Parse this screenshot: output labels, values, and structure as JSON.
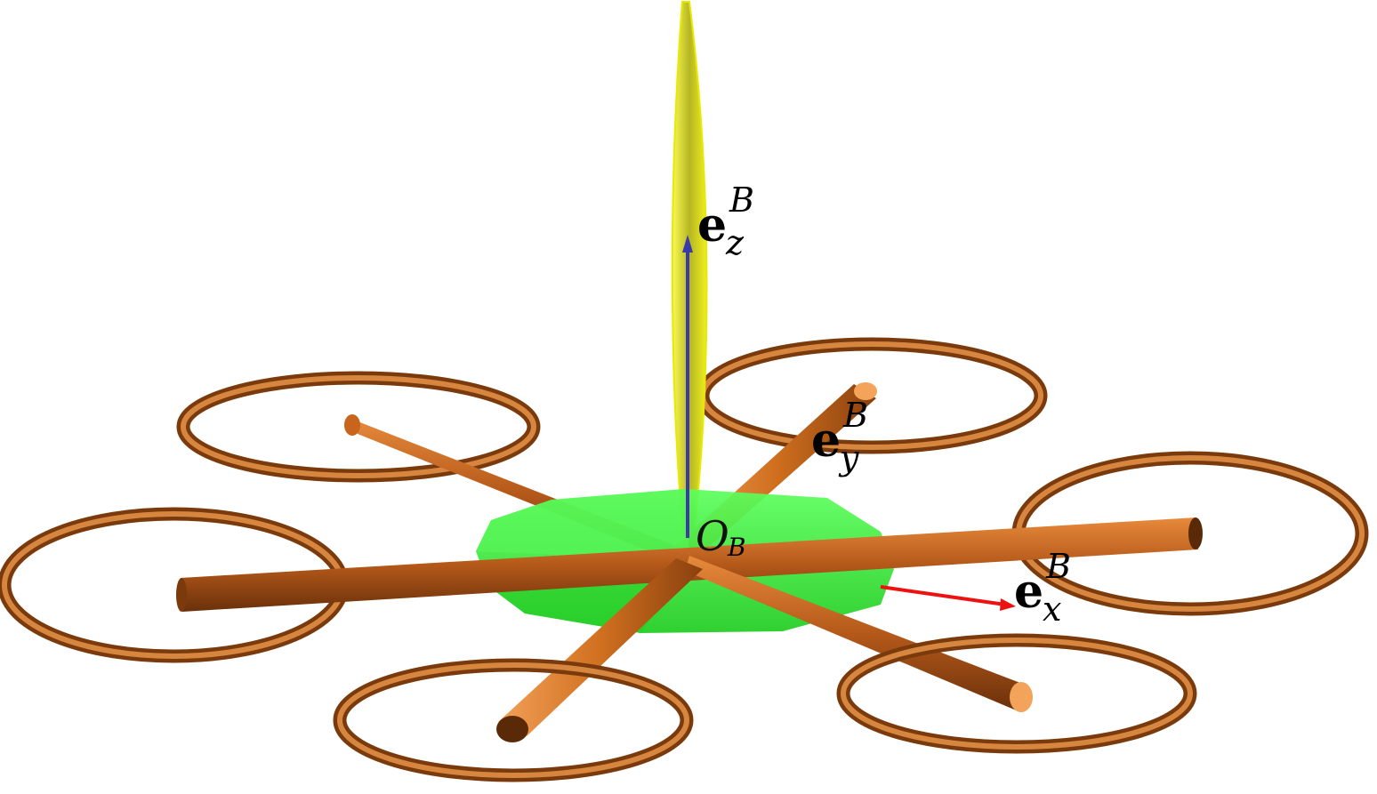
{
  "colors": {
    "arm": "#c8641c",
    "arm_light": "#f3a35a",
    "arm_dark": "#5a2a08",
    "rotor": "#c9732a",
    "body": "#33ee33",
    "body_dark": "#1ab51a",
    "blade": "#f2f215",
    "ez_vector": "#3a3aaa",
    "ex_vector": "#ee1111"
  },
  "labels": {
    "ez": {
      "base": "e",
      "sup": "B",
      "sub": "z"
    },
    "ey": {
      "base": "e",
      "sup": "B",
      "sub": "y"
    },
    "ex": {
      "base": "e",
      "sup": "B",
      "sub": "x"
    },
    "origin": {
      "base": "O",
      "sub": "B"
    }
  }
}
